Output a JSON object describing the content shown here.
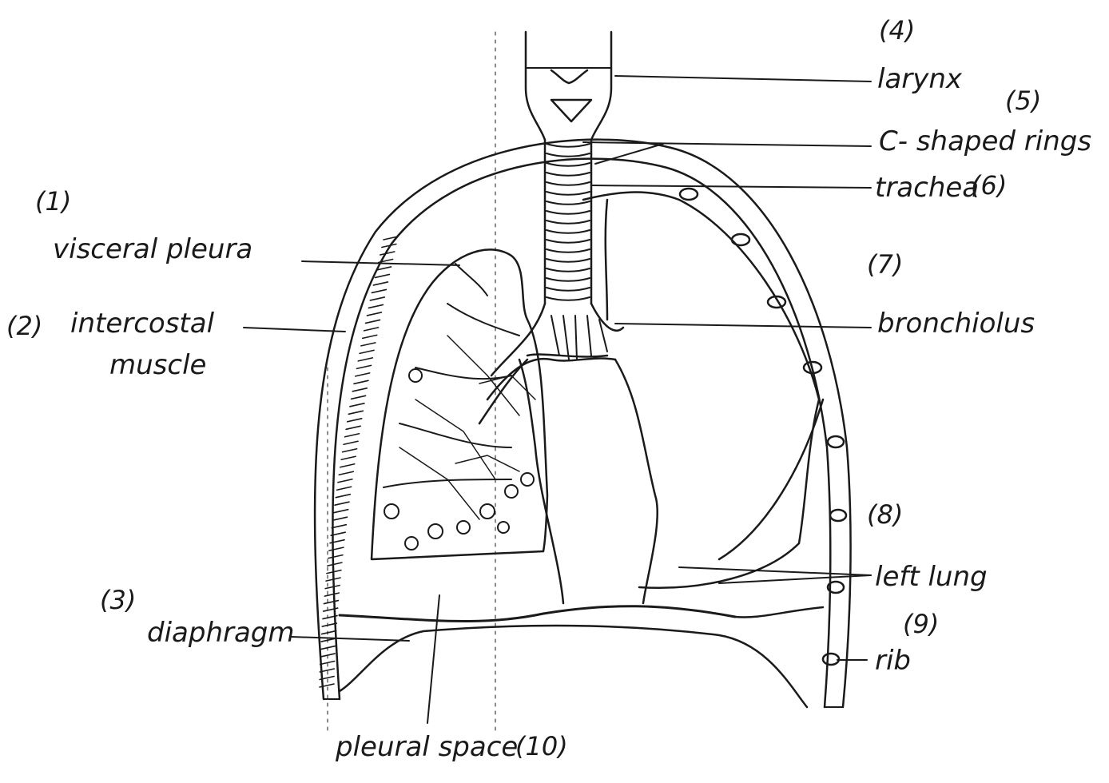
{
  "labels": {
    "visceral_pleura": {
      "number": "(1)",
      "text": "visceral pleura"
    },
    "intercostal_muscle": {
      "number": "(2)",
      "text_line1": "intercostal",
      "text_line2": "muscle"
    },
    "diaphragm": {
      "number": "(3)",
      "text": "diaphragm"
    },
    "larynx": {
      "number": "(4)",
      "text": "larynx"
    },
    "c_shaped_rings": {
      "number": "(5)",
      "text": "C- shaped rings"
    },
    "trachea": {
      "number": "(6)",
      "text": "trachea"
    },
    "bronchiolus": {
      "number": "(7)",
      "text": "bronchiolus"
    },
    "left_lung": {
      "number": "(8)",
      "text": "left lung"
    },
    "rib": {
      "number": "(9)",
      "text": "rib"
    },
    "pleural_space": {
      "number": "(10)",
      "text": "pleural space"
    }
  },
  "colors": {
    "ink": "#1a1a1a",
    "paper": "#ffffff"
  }
}
